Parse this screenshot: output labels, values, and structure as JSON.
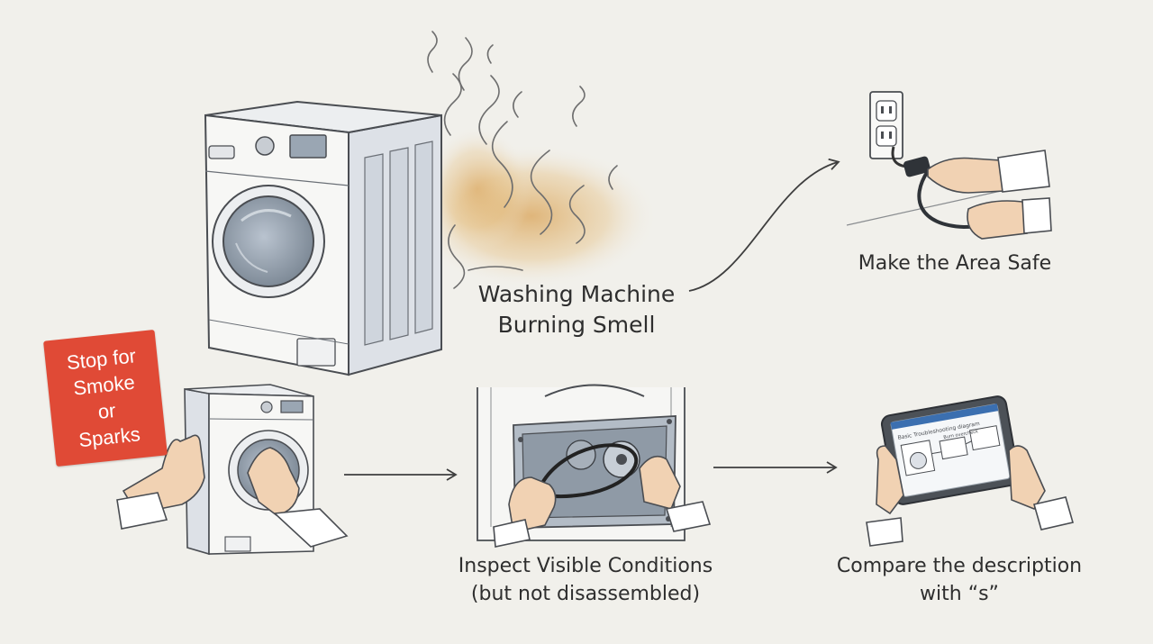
{
  "title": {
    "line1": "Washing Machine",
    "line2": "Burning Smell"
  },
  "steps": {
    "make_safe": "Make the Area Safe",
    "stop_badge": [
      "Stop for",
      "Smoke",
      "or",
      "Sparks"
    ],
    "inspect": {
      "line1": "Inspect Visible Conditions",
      "line2": "(but not disassembled)"
    },
    "compare": {
      "line1": "Compare the description",
      "line2": "with “s”"
    }
  },
  "tablet_screen": {
    "heading": "Basic Troubleshooting diagram",
    "subheading": "Burn overcheck"
  },
  "colors": {
    "background": "#f1f0eb",
    "ink": "#4a4d52",
    "badge": "#e04a36",
    "smoke": "#d9a255",
    "machine_body": "#f7f7f5",
    "machine_side": "#dde1e7"
  },
  "icons": [
    "washing-machine-icon",
    "smoke-icon",
    "power-plug-icon",
    "wall-outlet-icon",
    "hand-icon",
    "drive-belt-icon",
    "tablet-icon",
    "arrow-icon"
  ]
}
